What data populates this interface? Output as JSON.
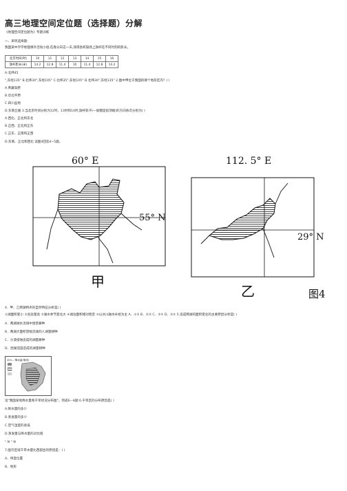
{
  "doc": {
    "title": "高三地理空间定位题（选择题）分解",
    "subtitle": "《地理空间定位题为》专题训练",
    "section1": "一、单项选择题:",
    "intro": "我国某中学学地理课外活动小组,在春分日这一天,测得各校操场上旗杆在不同时刻的影长。",
    "table": {
      "row1_label": "北京时间(时)",
      "row1": [
        "10",
        "11",
        "12",
        "13",
        "14",
        "15",
        "16"
      ],
      "row2_label": "旗杆影长(米)",
      "row2": [
        "14.2",
        "12.8",
        "11.4",
        "10",
        "11.4",
        "12.8",
        "14.2"
      ]
    },
    "q_a": "A.北纬45",
    "q1": "°,东经135° B.北纬30°,东经105° C.北纬35°,东经105° D.北纬30°,东经135° 2.图中甲位于我国的哪个地形区内？( )",
    "q1_a": "A.青藏高原",
    "q1_b": "B.华北平原",
    "q1_c": "C.四川盆地",
    "q1_d": "D.东南丘陵 3.当北京时间分别为12时、13时和14时,旗杆影子(一般都是指顶端)的方向依次分别为( )",
    "q3_a": "A.西北、正北和东北",
    "q3_b": "B.正西、正北和正东",
    "q3_c": "C.正东、正南和正西",
    "q3_d": "D.东南、正北和西北 读图4回答4~5题。",
    "fig": {
      "left_lon": "60° E",
      "left_lat": "55° N",
      "left_name": "甲",
      "right_lon": "112. 5° E",
      "right_lat": "29° N",
      "right_name": "乙",
      "caption": "图4"
    },
    "q4": "4．甲、乙两湖特点的自然特征分析是( )",
    "q4_intro": "①湖面积变小 ②含盐量高 ③湖水季节变化大 ④湖泊面积相对稳定 ⑤以冰川融水补给为主 A．①② B．②③ C．③④ D．③⑤ 5.造成两湖的面积变化的主要原因分析是( )",
    "q5_a": "A．两湖湖水流域中围垦耕种",
    "q5_b": "B．两湖大面积垦殖流域的人湖量耕种",
    "q5_c": "C．沙漠侵蚀造成的湖量耕种",
    "q5_d": "D．围湖造田造成的湖量耕种",
    "q6_intro": "读\"我国某地降水量和干旱状况分布图\"，完成6—8题 6.干旱区的分布原因是( )",
    "q6_a": "A.降水量的多少",
    "q6_b": "B.蒸发量的多少",
    "q6_c": "C.空气湿度的高低",
    "q6_d": "D.蒸发量与降水量的对比值",
    "q7_pre": "° N ° N",
    "q7": "7.图示区域干旱水量比西部显的原因是：( )",
    "q7_a": "A、纬度位置",
    "q7_b": "B、地形",
    "legend_title": "400— 降水量(毫米)"
  }
}
